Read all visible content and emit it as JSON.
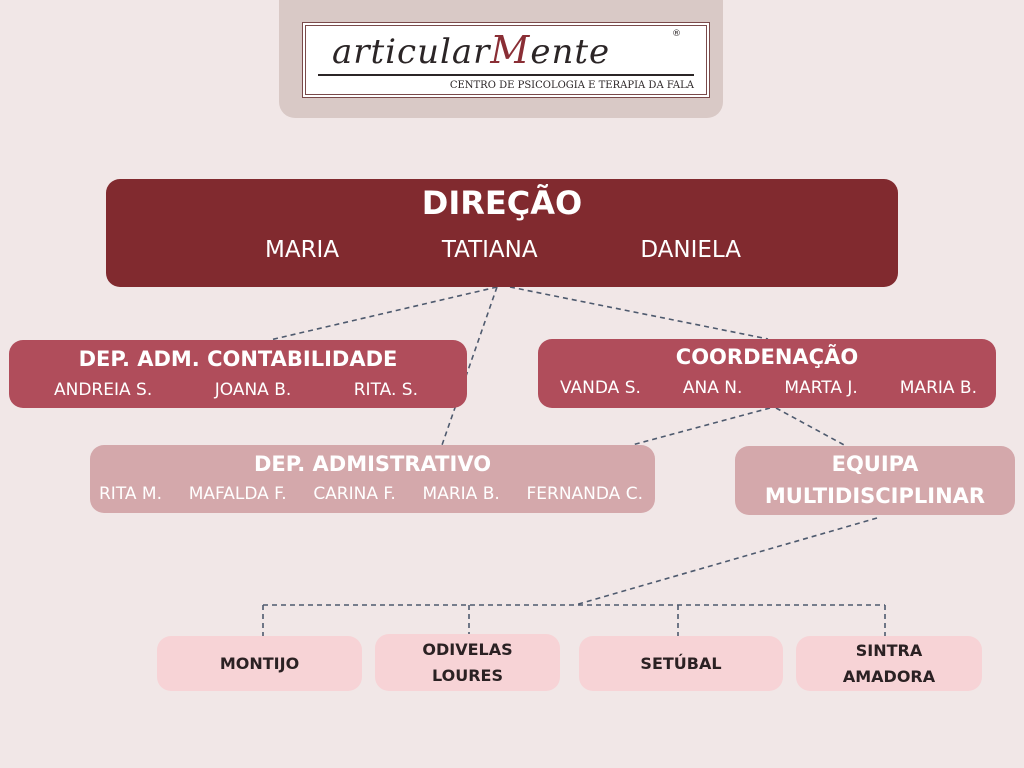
{
  "logo": {
    "wordmark_pre": "articular",
    "wordmark_mark": "M",
    "wordmark_post": "ente",
    "registered": "®",
    "subtitle": "CENTRO DE PSICOLOGIA E TERAPIA DA FALA"
  },
  "direcao": {
    "title": "DIREÇÃO",
    "members": [
      "MARIA",
      "TATIANA",
      "DANIELA"
    ]
  },
  "dep_adm_contabilidade": {
    "title": "DEP. ADM. CONTABILIDADE",
    "members": [
      "ANDREIA S.",
      "JOANA B.",
      "RITA. S."
    ]
  },
  "coordenacao": {
    "title": "COORDENAÇÃO",
    "members": [
      "VANDA S.",
      "ANA N.",
      "MARTA J.",
      "MARIA B."
    ]
  },
  "dep_administrativo": {
    "title": "DEP. ADMISTRATIVO",
    "members": [
      "RITA M.",
      "MAFALDA F.",
      "CARINA F.",
      "MARIA B.",
      "FERNANDA C."
    ]
  },
  "equipa": {
    "line1": "EQUIPA",
    "line2": "MULTIDISCIPLINAR"
  },
  "locations": [
    {
      "line1": "MONTIJO",
      "line2": ""
    },
    {
      "line1": "ODIVELAS",
      "line2": "LOURES"
    },
    {
      "line1": "SETÚBAL",
      "line2": ""
    },
    {
      "line1": "SINTRA",
      "line2": "AMADORA"
    }
  ],
  "colors": {
    "background": "#f1e7e7",
    "direcao": "#812a2f",
    "level2": "#b04d5b",
    "level3": "#d4a8ab",
    "sites": "#f7d3d6",
    "connector": "#4e5a6e"
  }
}
